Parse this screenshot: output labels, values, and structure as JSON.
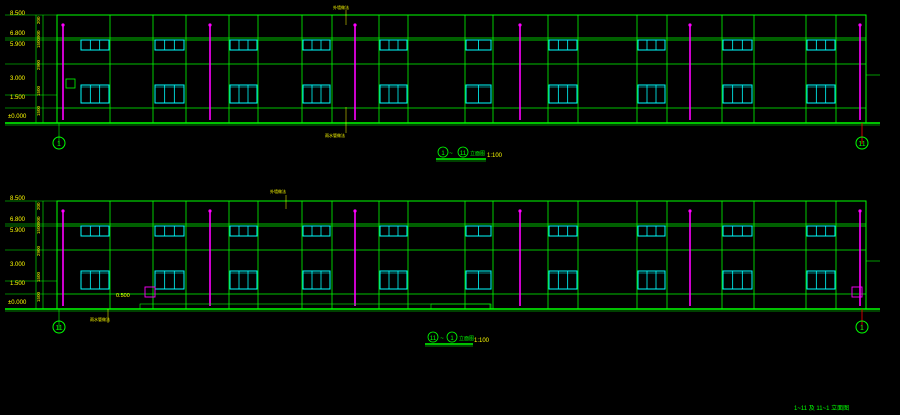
{
  "colors": {
    "background": "#000000",
    "frame": "#00ff00",
    "window": "#00ffff",
    "downpipe": "#ff00ff",
    "text": "#ffff00",
    "ground": "#00ff00"
  },
  "elevations": [
    {
      "title_start": "1",
      "title_end": "11",
      "title_word": "立面图",
      "scale": "1:100",
      "left_axis": "1",
      "right_axis": "11",
      "levels": [
        "8.500",
        "6.800",
        "5.900",
        "3.000",
        "1.500",
        "±0.000"
      ],
      "dims": [
        "200",
        "900",
        "1500",
        "2900",
        "1500",
        "1500"
      ],
      "notes": [
        "外墙做法",
        "雨水管做法"
      ]
    },
    {
      "title_start": "11",
      "title_end": "1",
      "title_word": "立面图",
      "scale": "1:100",
      "left_axis": "11",
      "right_axis": "1",
      "levels": [
        "8.500",
        "6.800",
        "5.900",
        "3.000",
        "1.500",
        "±0.000"
      ],
      "dims": [
        "200",
        "900",
        "1500",
        "2900",
        "1500",
        "1500"
      ],
      "step_label": "0.500",
      "notes": [
        "外墙做法",
        "雨水管做法"
      ]
    }
  ],
  "sheet_title": "1~11 及 11~1 立面图"
}
